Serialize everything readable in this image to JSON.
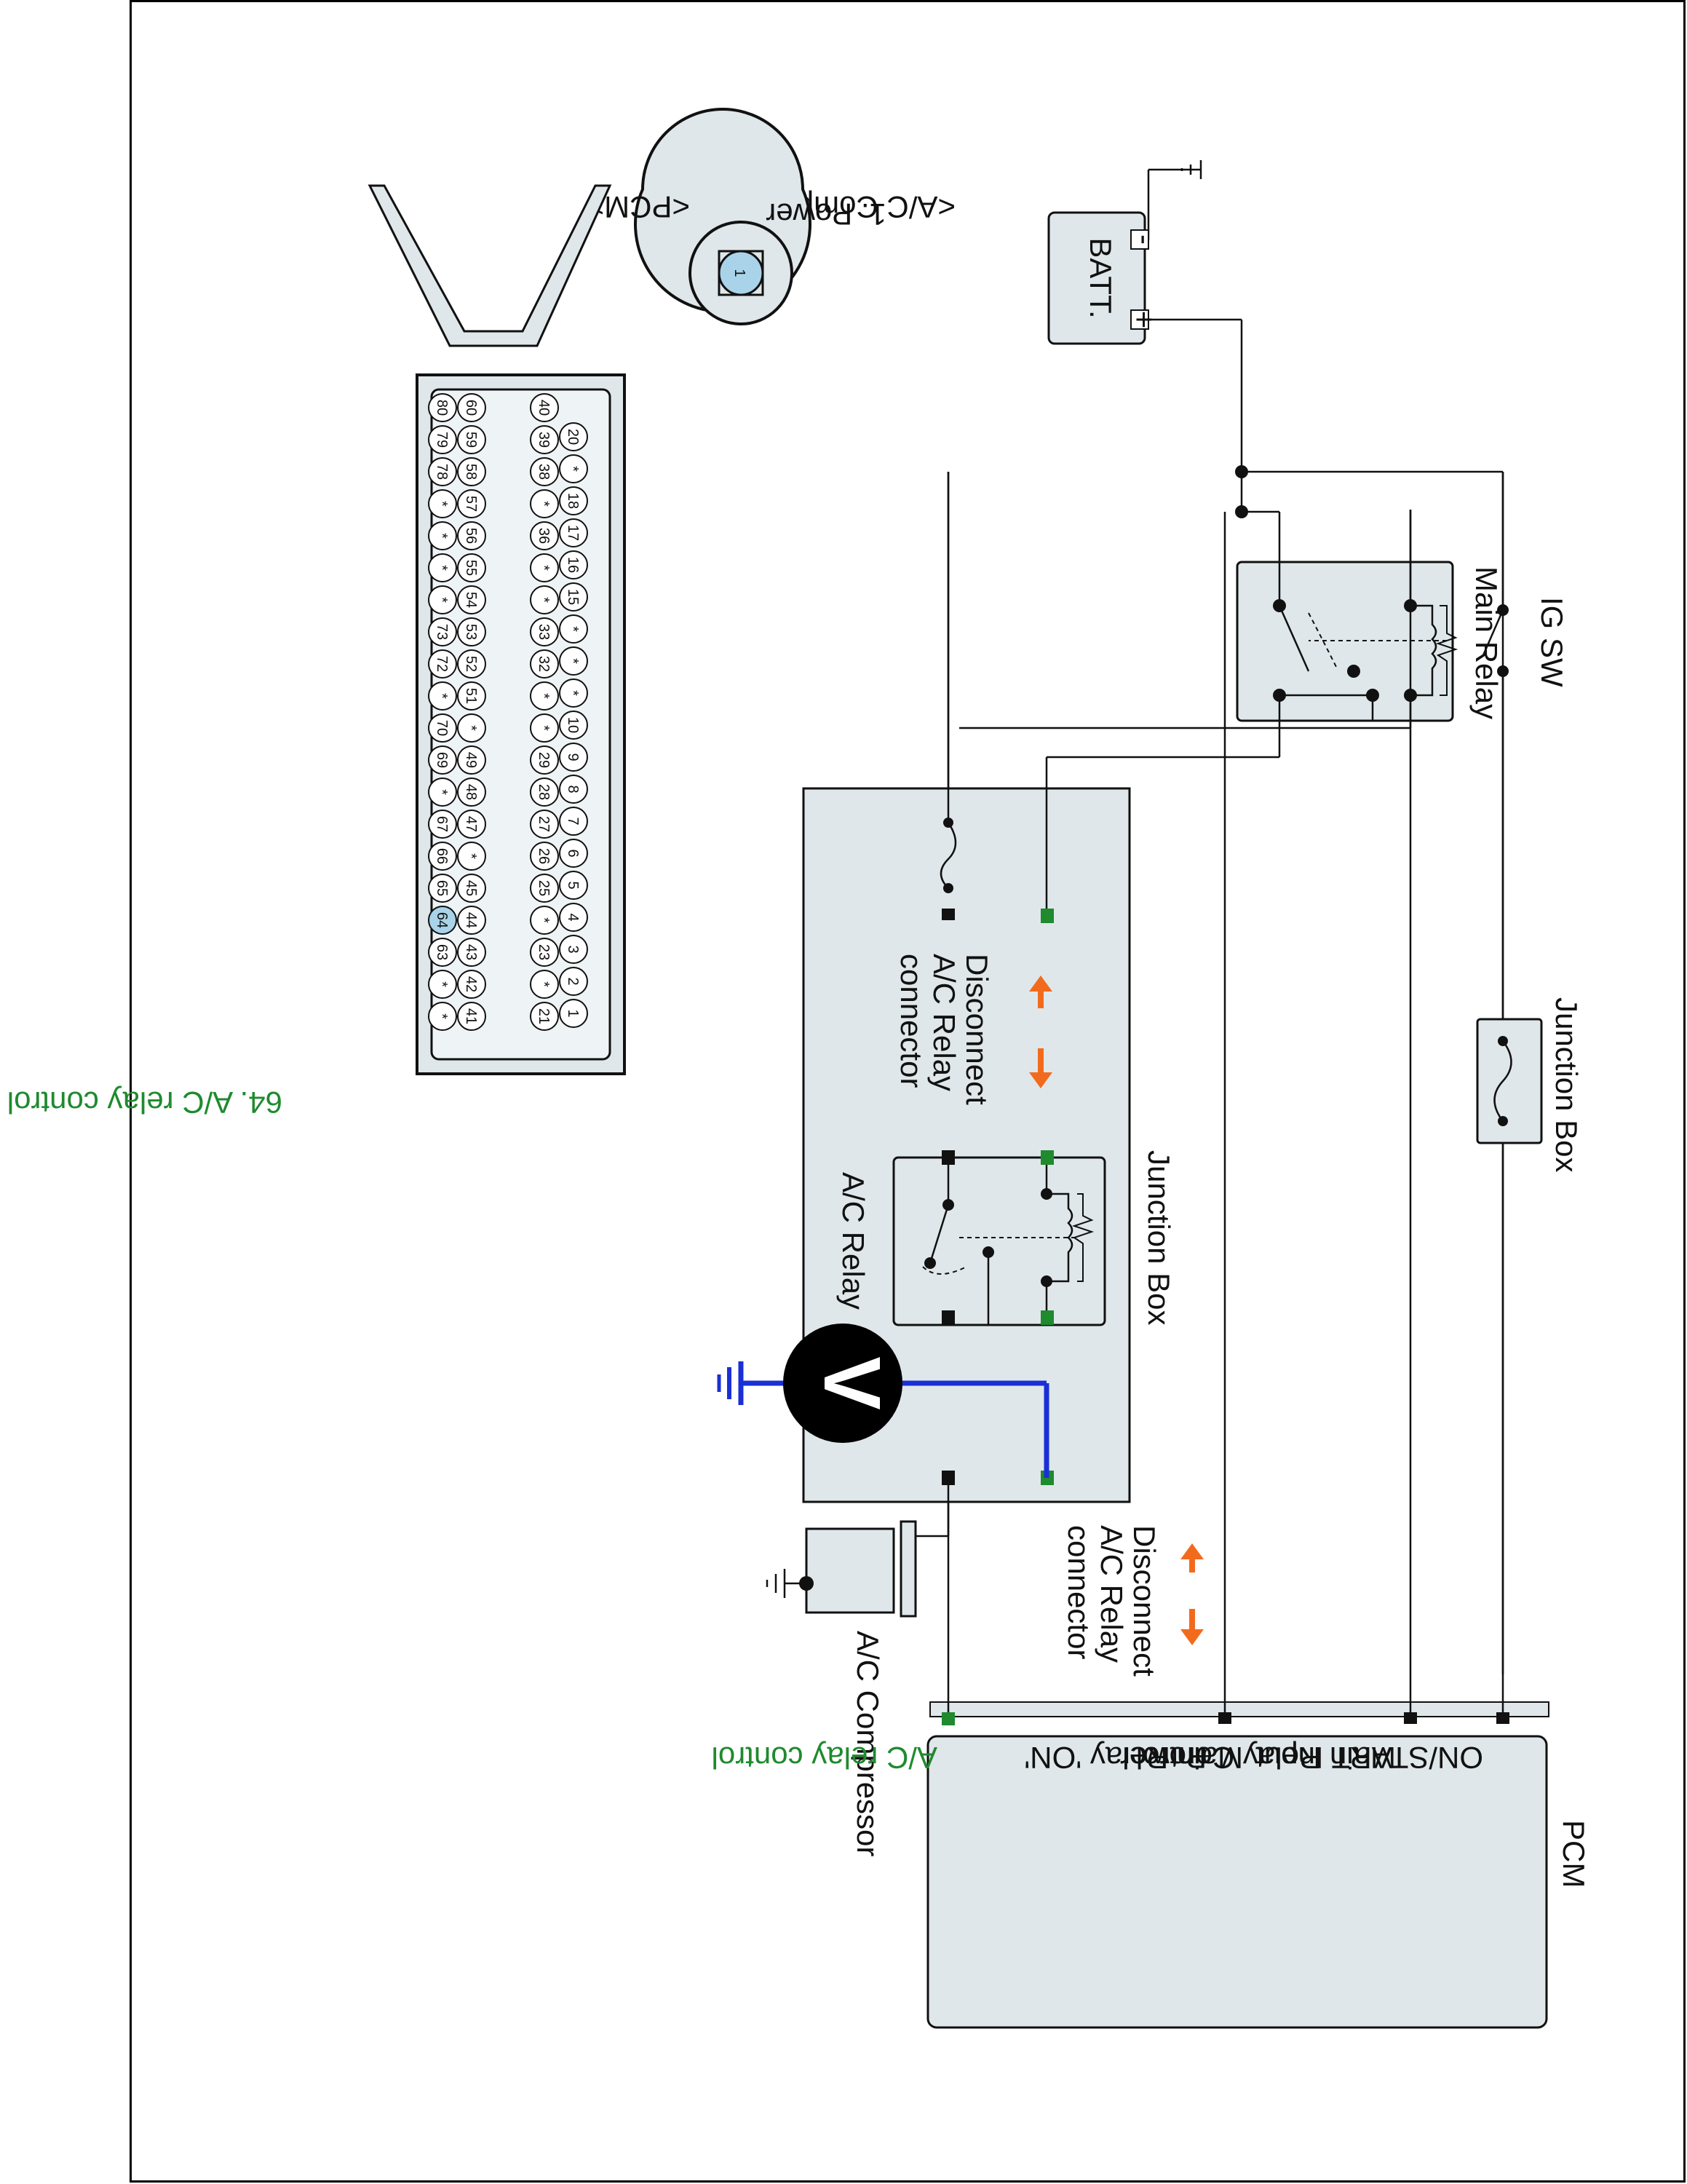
{
  "labels": {
    "ig_sw": "IG SW",
    "main_relay": "Main Relay",
    "batt": "BATT.",
    "batt_minus": "-",
    "batt_plus": "+",
    "junction_box_top": "Junction Box",
    "junction_box_main": "Junction Box",
    "ac_relay": "A/C Relay",
    "disconnect_line1": "Disconnect",
    "disconnect_line2": "A/C Relay",
    "disconnect_line3": "connector",
    "ac_compressor": "A/C Compressor",
    "voltmeter": "V"
  },
  "pcm": {
    "title": "PCM",
    "terminals": [
      "ON/START Input",
      "Main Relay Control",
      "Main Relay 'ON'",
      "Power",
      "A/C relay control"
    ]
  },
  "connectors": {
    "ac_compressor_title": "<A/C Compressor>",
    "ac_compressor_pin_label": "1. Power",
    "ac_compressor_pin": "1",
    "pcm_title": "<PCM>",
    "highlight_caption": "64. A/C relay control",
    "pcm_rows": [
      [
        "20",
        "*",
        "18",
        "17",
        "16",
        "15",
        "*",
        "*",
        "*",
        "10",
        "9",
        "8",
        "7",
        "6",
        "5",
        "4",
        "3",
        "2",
        "1"
      ],
      [
        "40",
        "39",
        "38",
        "*",
        "36",
        "*",
        "*",
        "33",
        "32",
        "*",
        "*",
        "29",
        "28",
        "27",
        "26",
        "25",
        "*",
        "23",
        "*",
        "21"
      ],
      [
        "60",
        "59",
        "58",
        "57",
        "56",
        "55",
        "54",
        "53",
        "52",
        "51",
        "*",
        "49",
        "48",
        "47",
        "*",
        "45",
        "44",
        "43",
        "42",
        "41"
      ],
      [
        "80",
        "79",
        "78",
        "*",
        "*",
        "*",
        "*",
        "73",
        "72",
        "*",
        "70",
        "69",
        "*",
        "67",
        "66",
        "65",
        "64",
        "63",
        "*",
        "*"
      ]
    ],
    "highlight_pin": "64"
  },
  "colors": {
    "accent_green": "#1f8a2e",
    "probe_blue": "#1a2fd6",
    "arrow_orange": "#f26b1d",
    "box_fill": "#dfe7ea"
  }
}
